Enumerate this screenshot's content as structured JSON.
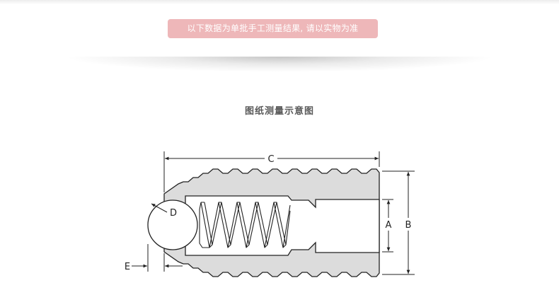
{
  "notice": {
    "text": "以下数据为单批手工测量结果, 请以实物为准",
    "color": "#eeb7b9"
  },
  "section": {
    "title": "图纸测量示意图"
  },
  "diagram": {
    "labels": {
      "A": "A",
      "B": "B",
      "C": "C",
      "D": "D",
      "E": "E"
    },
    "body_fill": "#dcdcdc",
    "line_color": "#222222"
  }
}
